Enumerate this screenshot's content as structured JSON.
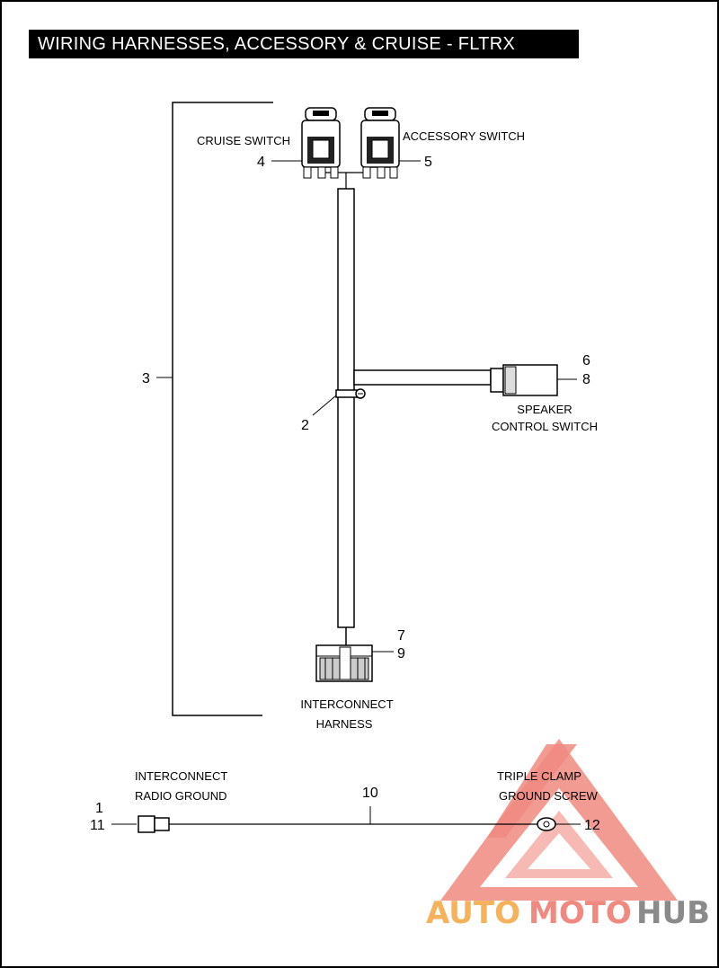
{
  "title": "WIRING HARNESSES, ACCESSORY & CRUISE - FLTRX",
  "labels": {
    "cruise_switch": "CRUISE SWITCH",
    "accessory_switch": "ACCESSORY SWITCH",
    "speaker_line1": "SPEAKER",
    "speaker_line2": "CONTROL SWITCH",
    "interconnect_line1": "INTERCONNECT",
    "interconnect_line2": "HARNESS",
    "radio_ground_line1": "INTERCONNECT",
    "radio_ground_line2": "RADIO GROUND",
    "triple_clamp_line1": "TRIPLE CLAMP",
    "triple_clamp_line2": "GROUND SCREW"
  },
  "callouts": {
    "c1": "1",
    "c2": "2",
    "c3": "3",
    "c4": "4",
    "c5": "5",
    "c6": "6",
    "c7": "7",
    "c8": "8",
    "c9": "9",
    "c10": "10",
    "c11": "11",
    "c12": "12"
  },
  "watermark": {
    "part1": "AUTO",
    "part2": "MOTO",
    "part3": "HUB"
  },
  "colors": {
    "watermark_red": "#f08a80",
    "watermark_orange": "#f5b25a",
    "watermark_gray": "#8a8a8a"
  }
}
